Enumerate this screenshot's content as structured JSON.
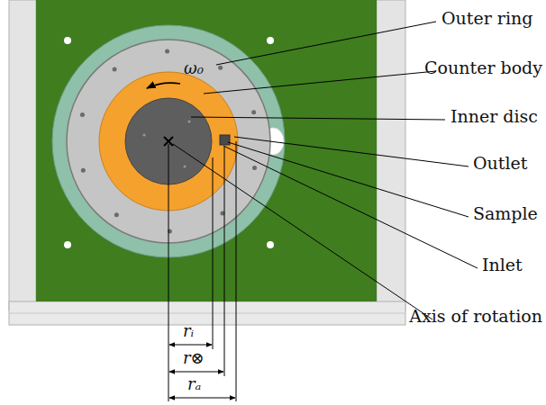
{
  "diagram": {
    "labels": [
      "Outer ring",
      "Counter body",
      "Inner disc",
      "Outlet",
      "Sample",
      "Inlet",
      "Axis of rotation",
      "ω₀",
      "rᵢ",
      "r⊗",
      "rₐ"
    ]
  }
}
